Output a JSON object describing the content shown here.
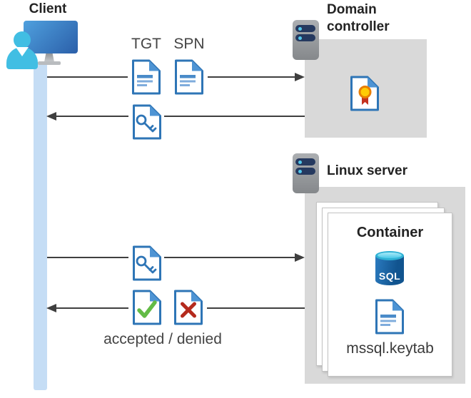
{
  "client": {
    "label": "Client"
  },
  "flows": {
    "tgt_label": "TGT",
    "spn_label": "SPN",
    "result_label": "accepted / denied"
  },
  "domain_controller": {
    "label": "Domain controller"
  },
  "linux_server": {
    "label": "Linux server"
  },
  "container": {
    "label": "Container",
    "sql_text": "SQL",
    "keytab_label": "mssql.keytab"
  },
  "icons": {
    "client": "monitor-with-user",
    "lifeline": "vertical-sequence-bar",
    "tgt": "document-with-lines",
    "spn": "document-with-lines",
    "service_ticket": "document-with-key",
    "server": "server-rack",
    "certificate": "document-with-ribbon-seal",
    "sql_database": "sql-cylinder",
    "keytab": "document-with-lines",
    "accepted": "document-with-green-check",
    "denied": "document-with-red-x"
  },
  "colors": {
    "document_blue": "#2E75B6",
    "fold_blue": "#4E94D4",
    "lifeline_blue": "#C5DDF5",
    "panel_gray": "#D9D9D9",
    "arrow_gray": "#3F3F3F",
    "accepted_green": "#62BB46",
    "denied_red": "#B52A1D",
    "person_cyan": "#41BEE3",
    "monitor_blue_start": "#4FA0DE",
    "monitor_blue_end": "#2B5FA9",
    "server_navy": "#25395F",
    "sql_body_blue": "#11548F",
    "sql_top_cyan": "#2FB1D4",
    "certificate_yellow": "#FFCB05",
    "certificate_ribbon_red": "#C5321E"
  }
}
